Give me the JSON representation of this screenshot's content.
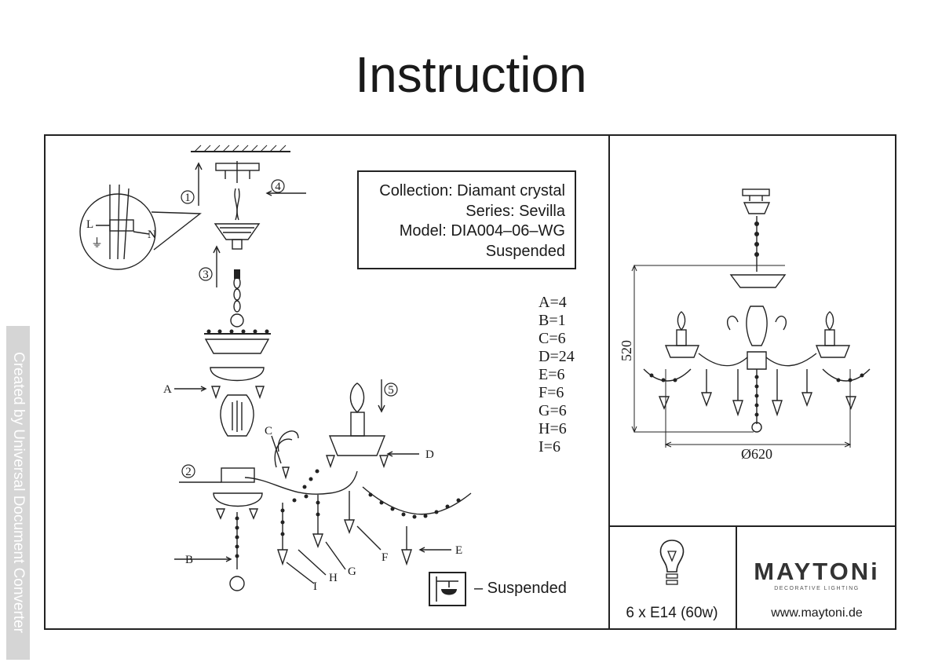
{
  "title": "Instruction",
  "info": {
    "collection": "Collection: Diamant crystal",
    "series": "Series: Sevilla",
    "model": "Model: DIA004–06–WG",
    "type": "Suspended"
  },
  "parts": [
    "A=4",
    "B=1",
    "C=6",
    "D=24",
    "E=6",
    "F=6",
    "G=6",
    "H=6",
    "I=6"
  ],
  "diagram_labels": {
    "A": "A",
    "B": "B",
    "C": "C",
    "D": "D",
    "E": "E",
    "F": "F",
    "G": "G",
    "H": "H",
    "I": "I",
    "L": "L",
    "N": "N",
    "earth": "⏚",
    "step1": "1",
    "step2": "2",
    "step3": "3",
    "step4": "4",
    "step5": "5"
  },
  "dimensions": {
    "height": "520",
    "diameter": "Ø620"
  },
  "mounting": {
    "label": "– Suspended"
  },
  "bulb": {
    "label": "6 x E14 (60w)",
    "icon": "light-bulb-icon"
  },
  "brand": {
    "name": "MAYTONi",
    "tagline": "DECORATIVE LIGHTING",
    "url": "www.maytoni.de"
  },
  "watermark": "Created by Universal Document Converter",
  "colors": {
    "line": "#222222",
    "watermark_bg": "#d5d5d5",
    "watermark_text": "#ffffff"
  }
}
